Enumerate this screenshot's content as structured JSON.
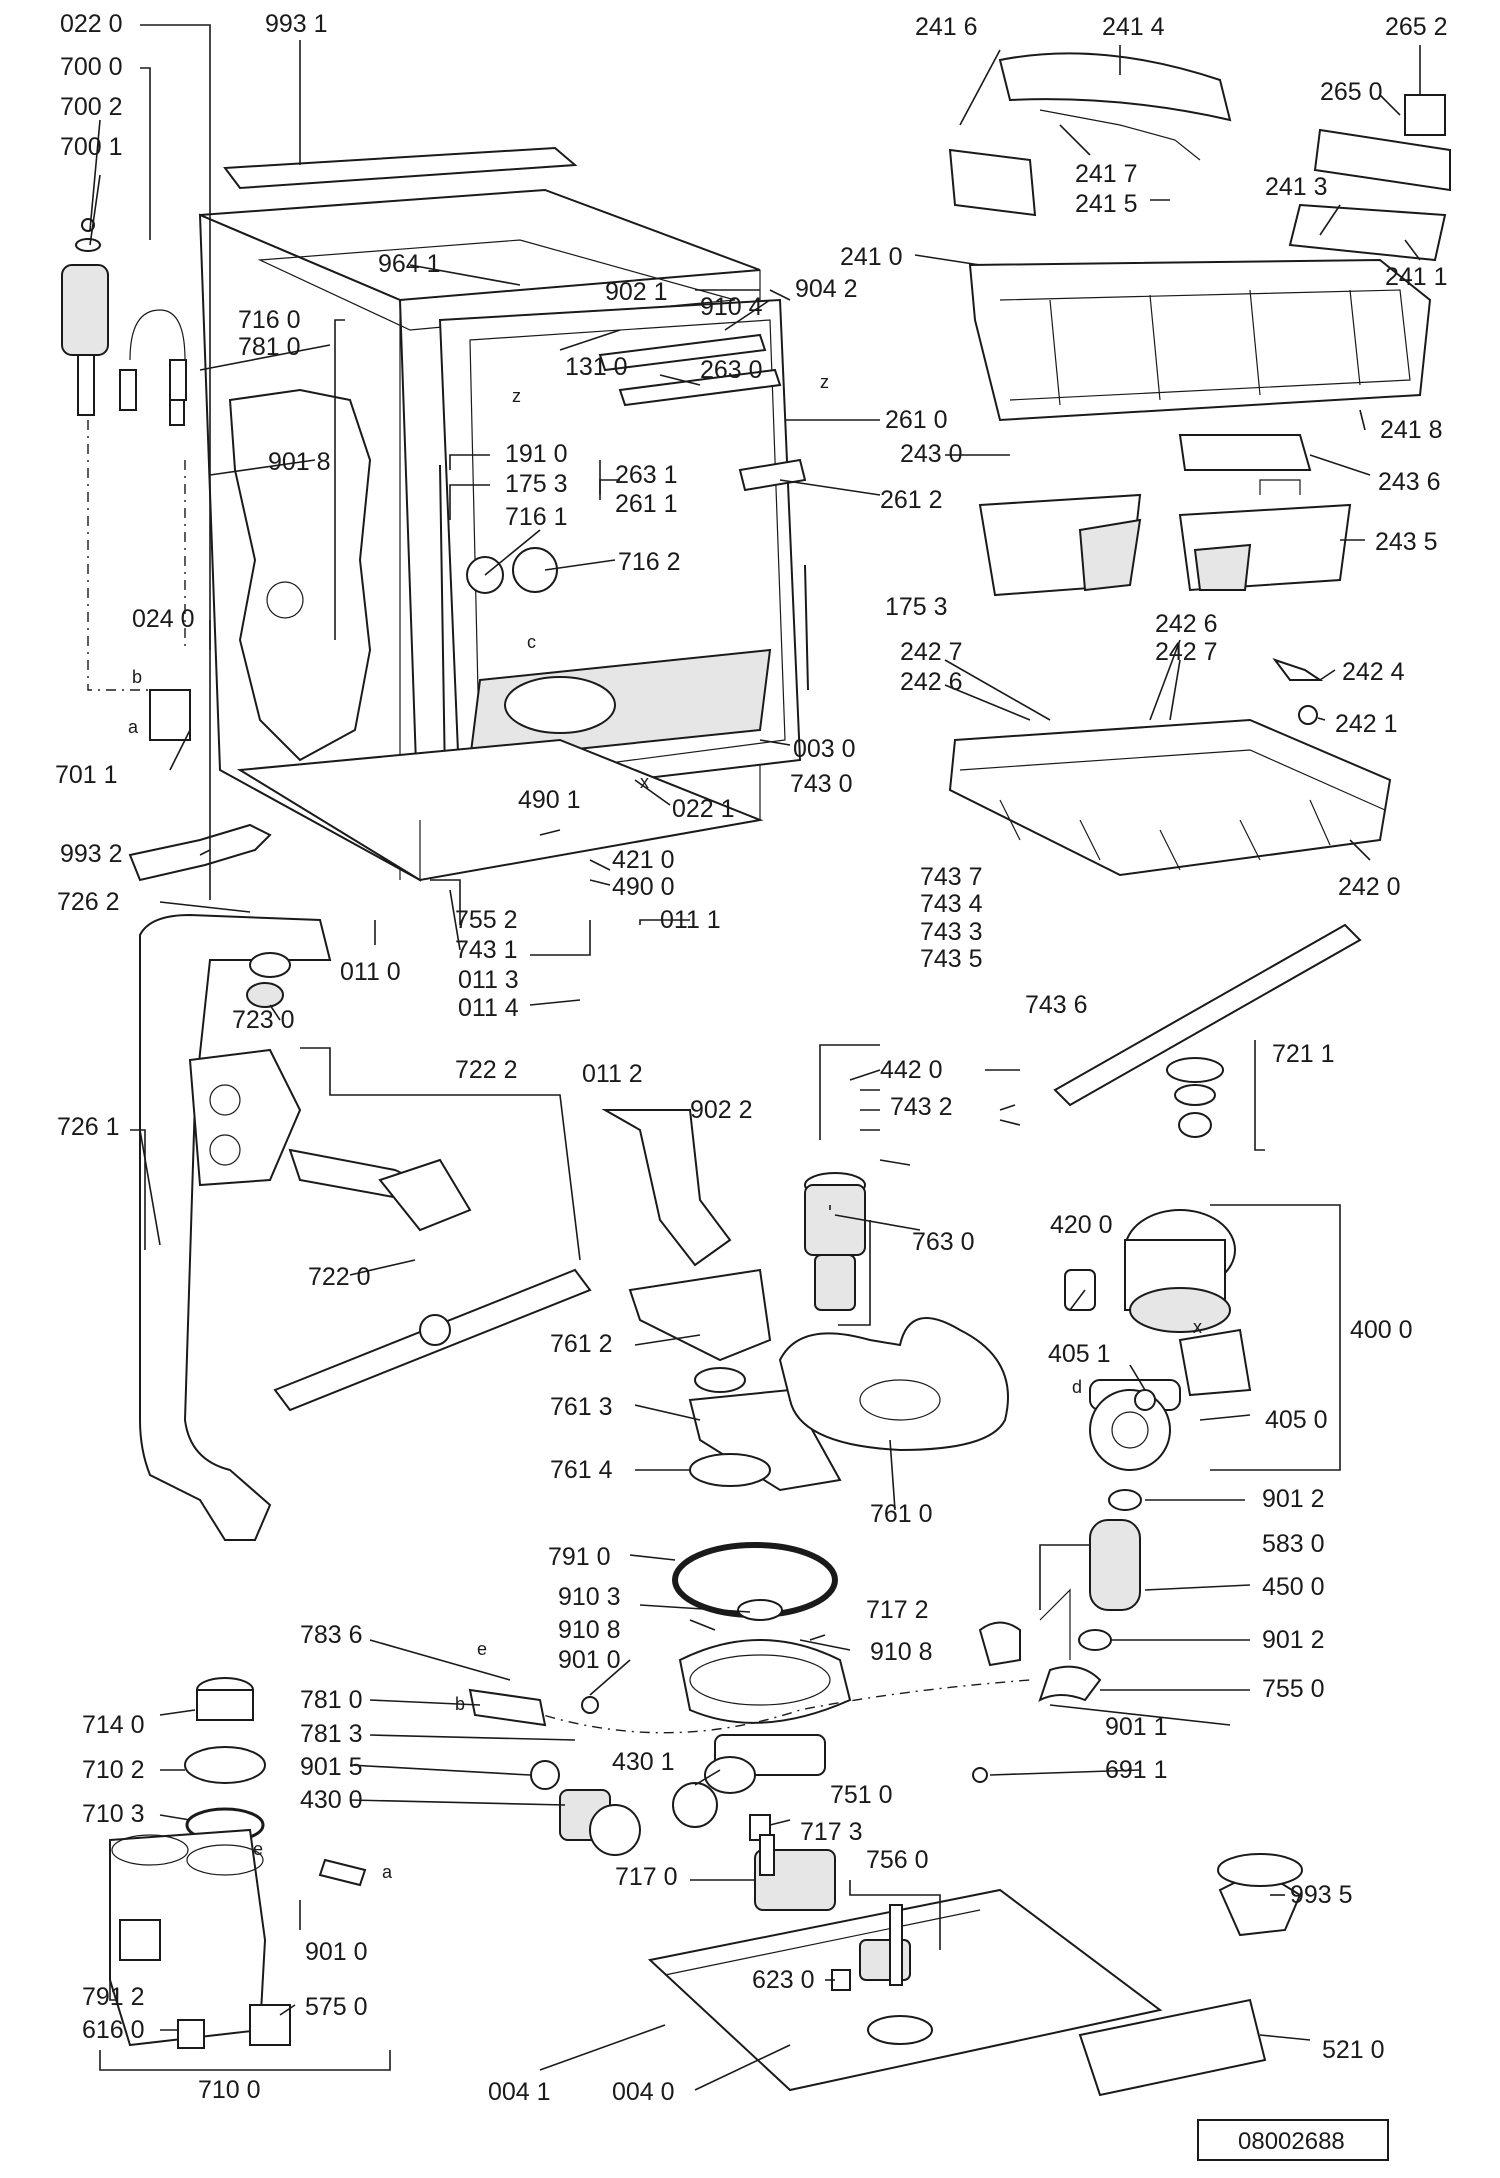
{
  "labels": {
    "l0220": "022 0",
    "l9931": "993 1",
    "l7000": "700 0",
    "l7002": "700 2",
    "l7001": "700 1",
    "l9641": "964 1",
    "l9021": "902 1",
    "l9042": "904 2",
    "l9104": "910 4",
    "l1310": "131 0",
    "l2630": "263 0",
    "l7160": "716 0",
    "l7810": "781 0",
    "l9018": "901 8",
    "l1910": "191 0",
    "l1753a": "175 3",
    "l7161": "716 1",
    "l7162": "716 2",
    "l2631": "263 1",
    "l2611": "261 1",
    "l2610": "261 0",
    "l2612": "261 2",
    "l1753b": "175 3",
    "l0240": "024 0",
    "l7011": "701 1",
    "l0030": "003 0",
    "l0221": "022 1",
    "l9932": "993 2",
    "l4901": "490 1",
    "l4210": "421 0",
    "l4900": "490 0",
    "l7262": "726 2",
    "l0110": "011 0",
    "l7552": "755 2",
    "l7431": "743 1",
    "l0111": "011 1",
    "l0113": "011 3",
    "l0114": "011 4",
    "l0112": "011 2",
    "l9022": "902 2",
    "l7230": "723 0",
    "l7222": "722 2",
    "l7261": "726 1",
    "l7220": "722 0",
    "l2416": "241 6",
    "l2414": "241 4",
    "l2652": "265 2",
    "l2650": "265 0",
    "l2417": "241 7",
    "l2413": "241 3",
    "l2415": "241 5",
    "l2410": "241 0",
    "l2411": "241 1",
    "l2418": "241 8",
    "l2430": "243 0",
    "l2436": "243 6",
    "l2435": "243 5",
    "l2426a": "242 6",
    "l2427a": "242 7",
    "l2427b": "242 7",
    "l2426b": "242 6",
    "l2424": "242 4",
    "l2421": "242 1",
    "l2420": "242 0",
    "l7430": "743 0",
    "l7437": "743 7",
    "l7434": "743 4",
    "l7433": "743 3",
    "l7435": "743 5",
    "l7436": "743 6",
    "l4420": "442 0",
    "l7432": "743 2",
    "l7211": "721 1",
    "l7630": "763 0",
    "l4200": "420 0",
    "l4000": "400 0",
    "l4051": "405 1",
    "l4050": "405 0",
    "l7612": "761 2",
    "l7613": "761 3",
    "l7614": "761 4",
    "l7610": "761 0",
    "l7910": "791 0",
    "l9012a": "901 2",
    "l5830": "583 0",
    "l4500": "450 0",
    "l9103": "910 3",
    "l7172": "717 2",
    "l9012b": "901 2",
    "l9108a": "910 8",
    "l9108b": "910 8",
    "l9010a": "901 0",
    "l7836": "783 6",
    "l7550": "755 0",
    "l7140": "714 0",
    "l7810b": "781 0",
    "l9011": "901 1",
    "l7813": "781 3",
    "l7102": "710 2",
    "l4301": "430 1",
    "l9015": "901 5",
    "l7510": "751 0",
    "l6911": "691 1",
    "l4300": "430 0",
    "l7103": "710 3",
    "l7173": "717 3",
    "l7560": "756 0",
    "l7170": "717 0",
    "l9935": "993 5",
    "l6230": "623 0",
    "l7912": "791 2",
    "l9010b": "901 0",
    "l6160": "616 0",
    "l5750": "575 0",
    "l7100": "710 0",
    "l0041": "004 1",
    "l0040": "004 0",
    "l5210": "521 0"
  },
  "letters": {
    "a1": "a",
    "b1": "b",
    "c1": "c",
    "d1": "d",
    "e1": "e",
    "e2": "e",
    "x1": "x",
    "x2": "x",
    "z1": "z",
    "z2": "z",
    "a2": "a",
    "b2": "b"
  },
  "drawing_number": "08002688"
}
